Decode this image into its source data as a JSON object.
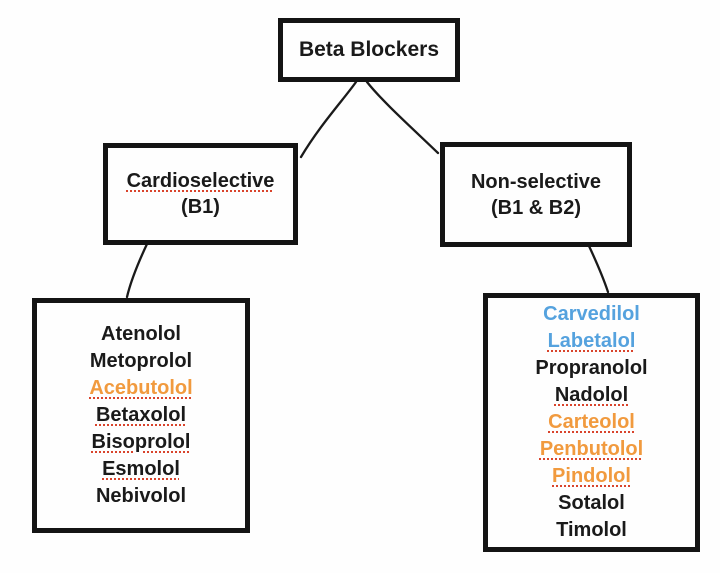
{
  "colors": {
    "black": "#1a1a1a",
    "orange": "#F19A3E",
    "blue": "#55A2DE",
    "squiggle": "#D9442C",
    "line": "#1a1a1a",
    "border": "#141414"
  },
  "root": {
    "label": "Beta Blockers"
  },
  "branches": [
    {
      "line1": "Cardioselective",
      "line2": "(B1)",
      "line1_squiggle": true,
      "drugs": [
        {
          "name": "Atenolol",
          "color": "black",
          "squiggle": false
        },
        {
          "name": "Metoprolol",
          "color": "black",
          "squiggle": false
        },
        {
          "name": "Acebutolol",
          "color": "orange",
          "squiggle": true
        },
        {
          "name": "Betaxolol",
          "color": "black",
          "squiggle": true
        },
        {
          "name": "Bisoprolol",
          "color": "black",
          "squiggle": true
        },
        {
          "name": "Esmolol",
          "color": "black",
          "squiggle": true
        },
        {
          "name": "Nebivolol",
          "color": "black",
          "squiggle": false
        }
      ]
    },
    {
      "line1": "Non-selective",
      "line2": "(B1 & B2)",
      "line1_squiggle": false,
      "drugs": [
        {
          "name": "Carvedilol",
          "color": "blue",
          "squiggle": false
        },
        {
          "name": "Labetalol",
          "color": "blue",
          "squiggle": true
        },
        {
          "name": "Propranolol",
          "color": "black",
          "squiggle": false
        },
        {
          "name": "Nadolol",
          "color": "black",
          "squiggle": true
        },
        {
          "name": "Carteolol",
          "color": "orange",
          "squiggle": true
        },
        {
          "name": "Penbutolol",
          "color": "orange",
          "squiggle": true
        },
        {
          "name": "Pindolol",
          "color": "orange",
          "squiggle": true
        },
        {
          "name": "Sotalol",
          "color": "black",
          "squiggle": false
        },
        {
          "name": "Timolol",
          "color": "black",
          "squiggle": false
        }
      ]
    }
  ],
  "connector_paths": [
    "M356,82 C344,99 320,125 301,157",
    "M367,82 C382,101 412,128 438,153",
    "M147,244 C139,261 131,280 127,297",
    "M589,246 C596,261 603,277 608,292"
  ]
}
